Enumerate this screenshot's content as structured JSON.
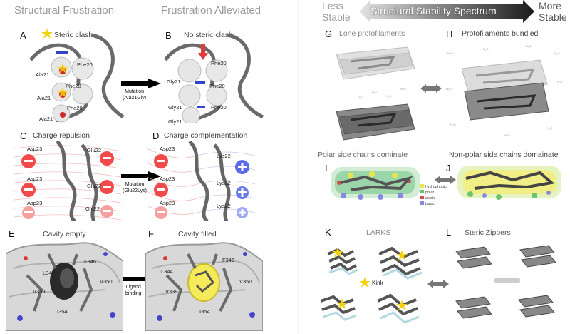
{
  "left": {
    "title_frustration": "Structural Frustration",
    "title_alleviated": "Frustration  Alleviated",
    "A": {
      "letter": "A",
      "title": "Steric clash",
      "labels": [
        "Phe20",
        "Ala21",
        "Ala21",
        "Phe20",
        "Ala21",
        "Phe20"
      ]
    },
    "B": {
      "letter": "B",
      "title": "No steric clash",
      "labels": [
        "Gly21",
        "Phe20",
        "Gly21",
        "Phe20",
        "Gly21",
        "Phe20"
      ]
    },
    "arrow1": {
      "line1": "Mutation",
      "line2": "(Ala21Gly)"
    },
    "C": {
      "letter": "C",
      "title": "Charge repulsion",
      "labels": [
        "Asp23",
        "Glu22",
        "Asp23",
        "Glu22",
        "Asp23",
        "Glu22"
      ]
    },
    "D": {
      "letter": "D",
      "title": "Charge complementation",
      "labels": [
        "Asp23",
        "Lys22",
        "Asp23",
        "Lys22",
        "Asp23",
        "Lys22"
      ]
    },
    "arrow2": {
      "line1": "Mutation",
      "line2": "(Glu22Lys)"
    },
    "E": {
      "letter": "E",
      "title": "Cavity empty",
      "labels": [
        "L344",
        "F346",
        "V350",
        "V339",
        "I354"
      ]
    },
    "F": {
      "letter": "F",
      "title": "Cavity filled",
      "labels": [
        "L344",
        "F346",
        "V350",
        "V339",
        "I354"
      ]
    },
    "arrow3": {
      "line1": "Ligand",
      "line2": "binding"
    }
  },
  "right": {
    "spectrum": {
      "less": "Less",
      "less2": "Stable",
      "title": "Structural Stability Spectrum",
      "more": "More",
      "more2": "Stable"
    },
    "G": {
      "letter": "G",
      "title": "Lone protofilaments"
    },
    "H": {
      "letter": "H",
      "title": "Protofilaments bundled"
    },
    "I": {
      "letter": "I",
      "title": "Polar side chains dominate"
    },
    "J": {
      "letter": "J",
      "title": "Non-polar side chains domainate"
    },
    "legend": [
      "hydrophobic",
      "polar",
      "acidic",
      "basic"
    ],
    "legend_colors": [
      "#e8e84a",
      "#6cc46c",
      "#d94a4a",
      "#8888e0"
    ],
    "K": {
      "letter": "K",
      "title": "LARKS",
      "kink": "Kink"
    },
    "L": {
      "letter": "L",
      "title": "Steric Zippers"
    }
  }
}
